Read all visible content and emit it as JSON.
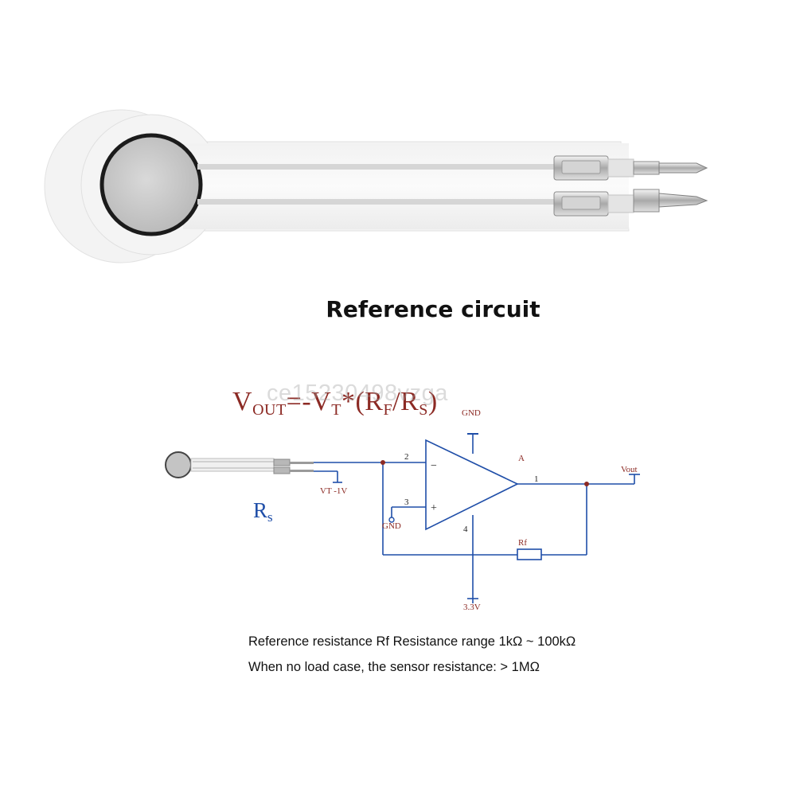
{
  "heading": "Reference circuit",
  "formula": {
    "v": "V",
    "out_sub": "OUT",
    "equals": "=-",
    "vt": "V",
    "vt_sub": "T",
    "mult": "*",
    "open": "(R",
    "rf_sub": "F",
    "slash": "/R",
    "rs_sub": "S",
    "close": ")"
  },
  "watermark": "ce15230498vzga",
  "rs_label": {
    "letter": "R",
    "sub": "s"
  },
  "circuit_labels": {
    "gnd_top": "GND",
    "amp": "A",
    "pin2": "2",
    "pin3": "3",
    "pin1": "1",
    "pin4": "4",
    "vt": "VT -1V",
    "gnd_left": "GND",
    "vout": "Vout",
    "rf": "Rf",
    "supply": "3.3V",
    "minus": "−",
    "plus": "+"
  },
  "notes": [
    "Reference resistance Rf Resistance range 1kΩ ~ 100kΩ",
    "When no load case, the sensor resistance:  >  1MΩ"
  ],
  "colors": {
    "wire": "#1f4ea8",
    "formula": "#8c2a24",
    "text": "#111111"
  },
  "icons": [
    "force-sensor-photo",
    "op-amp-symbol",
    "resistor-symbol",
    "ground-symbol"
  ]
}
